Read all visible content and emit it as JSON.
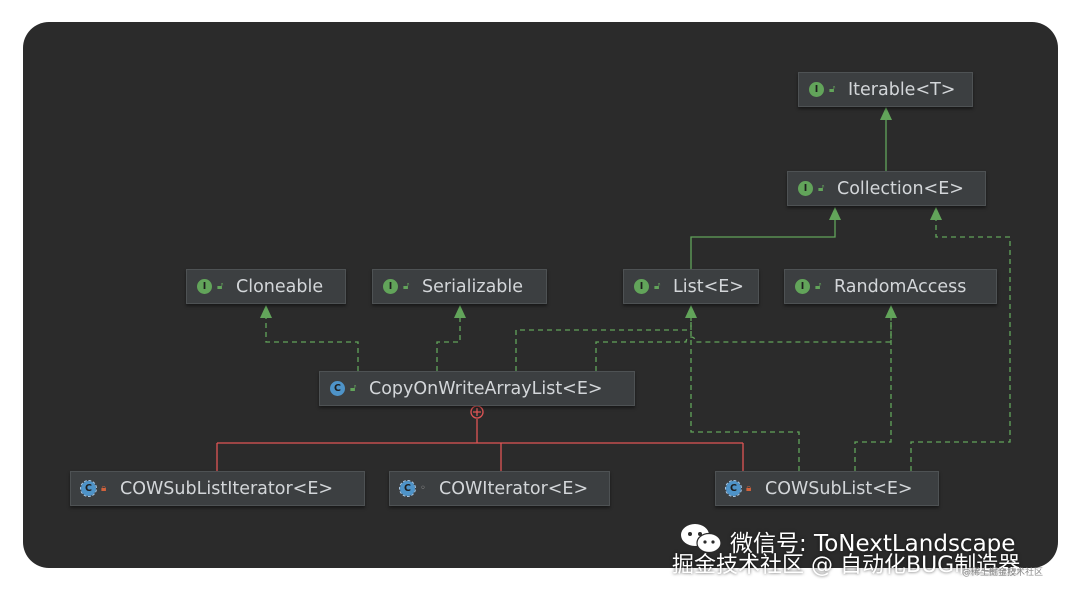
{
  "diagram": {
    "nodes": [
      {
        "id": "iterable",
        "label": "Iterable<T>",
        "kind": "interface",
        "kind_letter": "I",
        "visibility": "public"
      },
      {
        "id": "collection",
        "label": "Collection<E>",
        "kind": "interface",
        "kind_letter": "I",
        "visibility": "public"
      },
      {
        "id": "cloneable",
        "label": "Cloneable",
        "kind": "interface",
        "kind_letter": "I",
        "visibility": "public"
      },
      {
        "id": "serializable",
        "label": "Serializable",
        "kind": "interface",
        "kind_letter": "I",
        "visibility": "public"
      },
      {
        "id": "list",
        "label": "List<E>",
        "kind": "interface",
        "kind_letter": "I",
        "visibility": "public"
      },
      {
        "id": "randomaccess",
        "label": "RandomAccess",
        "kind": "interface",
        "kind_letter": "I",
        "visibility": "public"
      },
      {
        "id": "cowarraylist",
        "label": "CopyOnWriteArrayList<E>",
        "kind": "class",
        "kind_letter": "C",
        "visibility": "public"
      },
      {
        "id": "cowsublistiterator",
        "label": "COWSubListIterator<E>",
        "kind": "inner-class",
        "kind_letter": "C",
        "visibility": "private"
      },
      {
        "id": "cowiterator",
        "label": "COWIterator<E>",
        "kind": "inner-class",
        "kind_letter": "C",
        "visibility": "package"
      },
      {
        "id": "cowsublist",
        "label": "COWSubList<E>",
        "kind": "inner-class",
        "kind_letter": "C",
        "visibility": "private"
      }
    ],
    "edges": [
      {
        "from": "collection",
        "to": "iterable",
        "type": "extends"
      },
      {
        "from": "list",
        "to": "collection",
        "type": "extends"
      },
      {
        "from": "cowarraylist",
        "to": "cloneable",
        "type": "implements"
      },
      {
        "from": "cowarraylist",
        "to": "serializable",
        "type": "implements"
      },
      {
        "from": "cowarraylist",
        "to": "list",
        "type": "implements"
      },
      {
        "from": "cowarraylist",
        "to": "randomaccess",
        "type": "implements"
      },
      {
        "from": "cowsublist",
        "to": "list",
        "type": "implements"
      },
      {
        "from": "cowsublist",
        "to": "randomaccess",
        "type": "implements"
      },
      {
        "from": "cowsublist",
        "to": "collection",
        "type": "implements"
      },
      {
        "from": "cowsublistiterator",
        "to": "cowarraylist",
        "type": "inner"
      },
      {
        "from": "cowiterator",
        "to": "cowarraylist",
        "type": "inner"
      },
      {
        "from": "cowsublist",
        "to": "cowarraylist",
        "type": "inner"
      }
    ]
  },
  "colors": {
    "background": "#2b2b2b",
    "node_fill": "#3c3f41",
    "node_text": "#d3d6d9",
    "interface_icon": "#62a45a",
    "class_icon": "#4e93c8",
    "extends_edge": "#62a45a",
    "implements_edge": "#62a45a",
    "inner_edge": "#e05555",
    "private_lock": "#d2623c"
  },
  "watermark": {
    "line1": "微信号: ToNextLandscape",
    "line2": "掘金技术社区 @ 自动化BUG制造器",
    "tiny": "@稀土掘金技术社区",
    "icon": "wechat-icon"
  }
}
